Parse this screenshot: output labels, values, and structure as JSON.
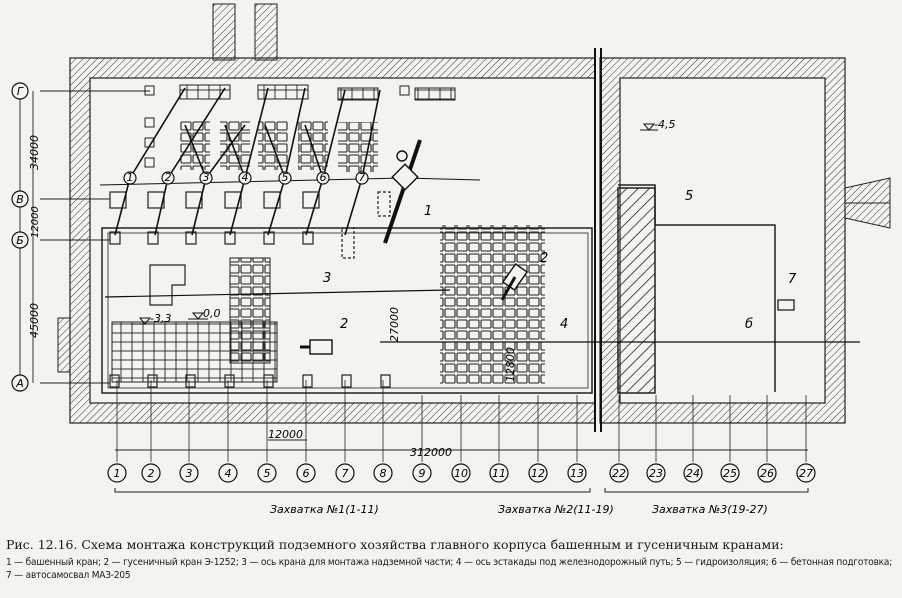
{
  "axes_letters": [
    "Г",
    "В",
    "Б",
    "А"
  ],
  "axes_numbers": [
    "1",
    "2",
    "3",
    "4",
    "5",
    "6",
    "7",
    "8",
    "9",
    "10",
    "11",
    "12",
    "13",
    "22",
    "23",
    "24",
    "25",
    "26",
    "27"
  ],
  "dimensions": {
    "d34000": "34000",
    "d12000_left": "12000",
    "d45000": "45000",
    "d27000": "27000",
    "d12800": "12800",
    "d12000_bottom": "12000",
    "d312000": "312000"
  },
  "levels": {
    "minus_3_3": "-3,3",
    "zero": "0,0",
    "minus_4_5": "-4,5"
  },
  "callouts": {
    "c1": "1",
    "c2a": "2",
    "c2b": "2",
    "c3": "3",
    "c4": "4",
    "c5": "5",
    "c6": "б",
    "c7": "7"
  },
  "crane_positions": [
    "1",
    "2",
    "3",
    "4",
    "5",
    "6",
    "7"
  ],
  "stages": {
    "s1": "Захватка №1(1-11)",
    "s2": "Захватка №2(11-19)",
    "s3": "Захватка №3(19-27)"
  },
  "caption": "Рис. 12.16. Схема монтажа конструкций подземного хозяйства главного корпуса башенным и гусеничным кранами:",
  "legend": "1 — башенный кран; 2 — гусеничный кран Э-1252; 3 — ось крана для монтажа надземной части; 4 — ось эстакады под железнодорожный путь; 5 — гидроизоляция; 6 — бетонная подготовка; 7 — автосамосвал МАЗ-205"
}
